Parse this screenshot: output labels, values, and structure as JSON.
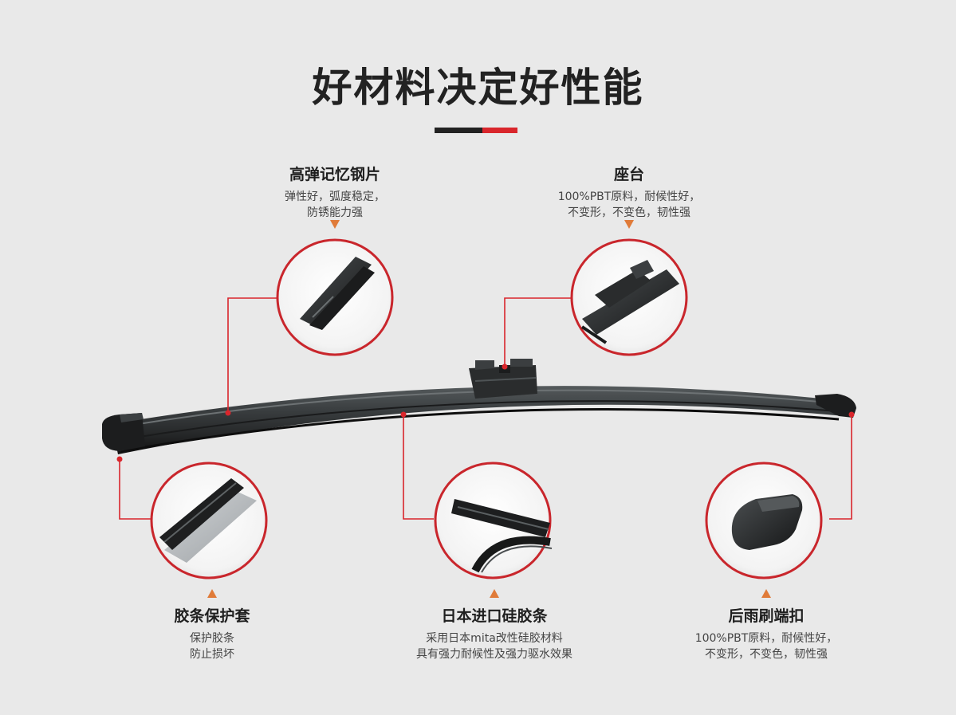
{
  "headline": {
    "title": "好材料决定好性能",
    "accent_colors": {
      "black": "#222222",
      "red": "#d9262c"
    }
  },
  "features": [
    {
      "id": "spring-steel",
      "title": "高弹记忆钢片",
      "desc": "弹性好，弧度稳定，\n防锈能力强"
    },
    {
      "id": "seat",
      "title": "座台",
      "desc": "100%PBT原料，耐候性好，\n不变形，不变色，韧性强"
    },
    {
      "id": "rubber-cover",
      "title": "胶条保护套",
      "desc": "保护胶条\n防止损坏"
    },
    {
      "id": "silicone-strip",
      "title": "日本进口硅胶条",
      "desc": "采用日本mita改性硅胶材料\n具有强力耐候性及强力驱水效果"
    },
    {
      "id": "end-cap",
      "title": "后雨刷端扣",
      "desc": "100%PBT原料，耐候性好，\n不变形，不变色，韧性强"
    }
  ],
  "theme": {
    "background": "#e9e9e9",
    "callout_line": "#d9262c",
    "arrow": "#e07b39"
  }
}
